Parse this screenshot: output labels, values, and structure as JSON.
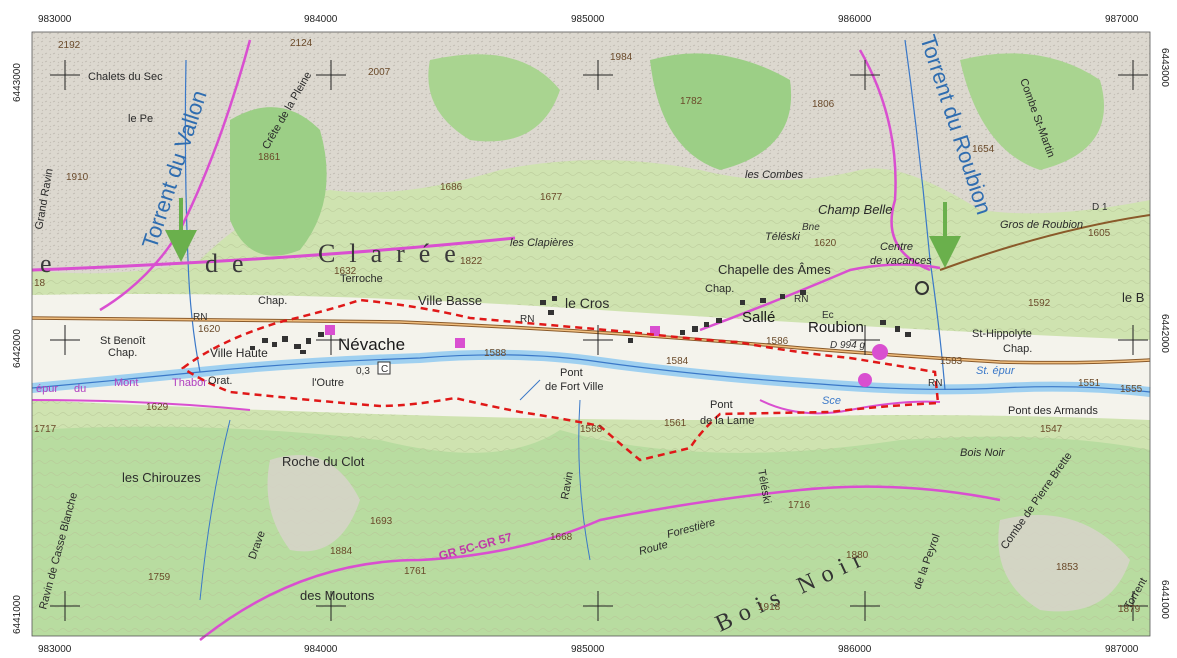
{
  "axes": {
    "x_ticks": [
      "983000",
      "984000",
      "985000",
      "986000",
      "987000"
    ],
    "y_ticks": [
      "6443000",
      "6442000",
      "6441000"
    ]
  },
  "annotations": {
    "torrent_vallon": "Torrent du Vallon",
    "torrent_roubion": "Torrent du Roubion",
    "arrow_color": "#6ab04c",
    "study_area_color": "#e01818"
  },
  "colors": {
    "terrain_green": "#cfe3b0",
    "forest_green": "#9ccf86",
    "slope_gray": "#d8d4cc",
    "river_blue": "#9fd0f0",
    "road_pink": "#d94fd0",
    "grid_black": "#222222"
  },
  "places": {
    "nevache": "Névache",
    "ville_haute": "Ville Haute",
    "ville_basse": "Ville Basse",
    "le_cros": "le Cros",
    "salle": "Sallé",
    "roubion": "Roubion",
    "chapelle_des_ames": "Chapelle des Âmes",
    "st_benoit": "St Benoît",
    "chap1": "Chap.",
    "chap2": "Chap.",
    "chap3": "Chap.",
    "chap4": "Chap.",
    "terroche": "Terroche",
    "l_outre": "l'Outre",
    "pont_de_fort_ville": "Pont",
    "pont_de_fort_ville2": "de Fort Ville",
    "pont_de_la_lame": "Pont",
    "pont_de_la_lame2": "de la Lame",
    "pont_des_armands": "Pont des Armands",
    "st_hippolyte": "St-Hippolyte",
    "les_chirouzes": "les Chirouzes",
    "roche_du_clot": "Roche du Clot",
    "des_moutons": "des Moutons",
    "drave": "Drave",
    "les_clapieres": "les Clapières",
    "les_combes": "les Combes",
    "champ_belle": "Champ Belle",
    "gros_de_roubion": "Gros de Roubion",
    "centre_de_vacances": "Centre",
    "centre_de_vacances2": "de vacances",
    "combe_st_martin": "Combe St-Martin",
    "chalets_du_sec": "Chalets du Sec",
    "le_pe": "le Pe",
    "claree": "Clarée",
    "de": "de",
    "e": "e",
    "bois_noir": "Bois Noir",
    "bois_noir_small": "Bois Noir",
    "le_b": "le B",
    "teleski1": "Téléski",
    "teleski2": "Téléski",
    "foretiere": "Forestière",
    "route": "Route",
    "ravin": "Ravin",
    "ravin_casse_blanche": "Ravin de Casse Blanche",
    "combe_pierre_brette": "Combe de Pierre Brette",
    "de_la_peyrol": "de la Peyrol",
    "torrent_small": "Torrent",
    "grand_ravin": "Grand Ravin",
    "crete": "Crête de la Pleine",
    "rn1": "RN",
    "rn2": "RN",
    "rn3": "RN",
    "rn4": "RN",
    "d994": "D 994 g",
    "d1": "D 1",
    "ec1": "Ec",
    "bne": "Bne",
    "gr": "GR 5C-GR 57",
    "st_epur": "St. épur",
    "mont_thabor": "Mont",
    "thabor": "Thabor",
    "orat": "Orat.",
    "du": "du",
    "epur": "épur",
    "c03": "0,3",
    "c_box": "C",
    "sce": "Sce"
  },
  "altitudes": {
    "a2192": "2192",
    "a2124": "2124",
    "a2007": "2007",
    "a1984": "1984",
    "a1782": "1782",
    "a1806": "1806",
    "a1654": "1654",
    "a1910": "1910",
    "a1861": "1861",
    "a1686": "1686",
    "a1677": "1677",
    "a1822": "1822",
    "a1632": "1632",
    "a1620": "1620",
    "a1605": "1605",
    "a1592": "1592",
    "a1620b": "1620",
    "a1588": "1588",
    "a1584": "1584",
    "a1586": "1586",
    "a1568": "1568",
    "a1561": "1561",
    "a1547": "1547",
    "a1551": "1551",
    "a1555": "1555",
    "a1629": "1629",
    "a1717": "1717",
    "a1693": "1693",
    "a1716": "1716",
    "a1884": "1884",
    "a1668": "1668",
    "a1761": "1761",
    "a1880": "1880",
    "a1759": "1759",
    "a1918": "1918",
    "a1853": "1853",
    "a1879": "1879",
    "a1583": "1583",
    "a18": "18"
  }
}
